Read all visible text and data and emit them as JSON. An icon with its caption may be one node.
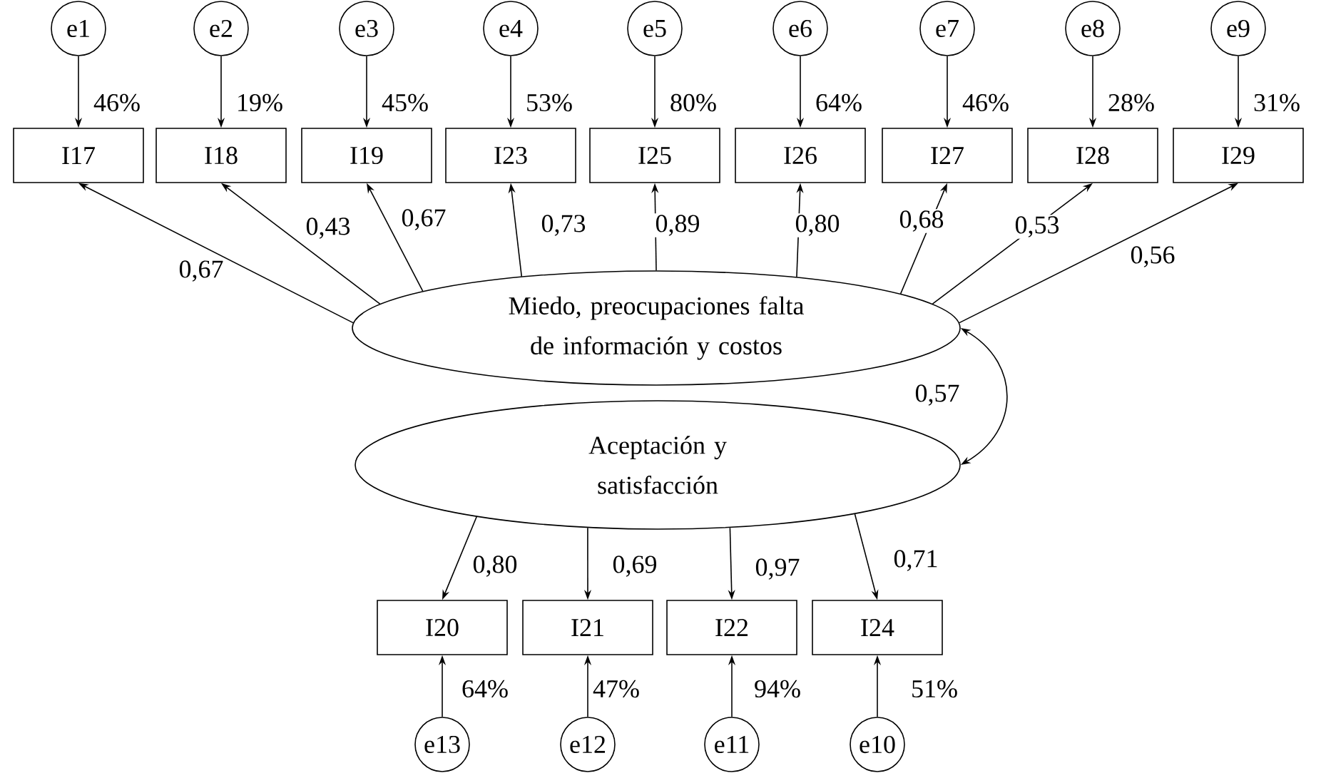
{
  "diagram": {
    "nodes": [
      {
        "text": [
          "e1"
        ]
      },
      {
        "text": [
          "e2"
        ]
      },
      {
        "text": [
          "e3"
        ]
      },
      {
        "text": [
          "e4"
        ]
      },
      {
        "text": [
          "e5"
        ]
      },
      {
        "text": [
          "e6"
        ]
      },
      {
        "text": [
          "e7"
        ]
      },
      {
        "text": [
          "e8"
        ]
      },
      {
        "text": [
          "e9"
        ]
      },
      {
        "text": [
          "I17"
        ]
      },
      {
        "text": [
          "I18"
        ]
      },
      {
        "text": [
          "I19"
        ]
      },
      {
        "text": [
          "I23"
        ]
      },
      {
        "text": [
          "I25"
        ]
      },
      {
        "text": [
          "I26"
        ]
      },
      {
        "text": [
          "I27"
        ]
      },
      {
        "text": [
          "I28"
        ]
      },
      {
        "text": [
          "I29"
        ]
      },
      {
        "text": [
          "Miedo, preocupaciones falta de información y costos"
        ]
      },
      {
        "text": [
          "Aceptación y satisfacción"
        ]
      },
      {
        "text": [
          "I20"
        ]
      },
      {
        "text": [
          "I21"
        ]
      },
      {
        "text": [
          "I22"
        ]
      },
      {
        "text": [
          "I24"
        ]
      },
      {
        "text": [
          "e13"
        ]
      },
      {
        "text": [
          "e12"
        ]
      },
      {
        "text": [
          "e11"
        ]
      },
      {
        "text": [
          "e10"
        ]
      }
    ],
    "edges": [
      {
        "from": 0,
        "to": 9,
        "arrow": "to",
        "label": "46%"
      },
      {
        "from": 1,
        "to": 10,
        "arrow": "to",
        "label": "19%"
      },
      {
        "from": 2,
        "to": 11,
        "arrow": "to",
        "label": "45%"
      },
      {
        "from": 3,
        "to": 12,
        "arrow": "to",
        "label": "53%"
      },
      {
        "from": 4,
        "to": 13,
        "arrow": "to",
        "label": "80%"
      },
      {
        "from": 5,
        "to": 14,
        "arrow": "to",
        "label": "64%"
      },
      {
        "from": 6,
        "to": 15,
        "arrow": "to",
        "label": "46%"
      },
      {
        "from": 7,
        "to": 16,
        "arrow": "to",
        "label": "28%"
      },
      {
        "from": 8,
        "to": 17,
        "arrow": "to",
        "label": "31%"
      },
      {
        "from": 18,
        "to": 9,
        "arrow": "to",
        "label": "0,67"
      },
      {
        "from": 18,
        "to": 10,
        "arrow": "to",
        "label": "0,43"
      },
      {
        "from": 18,
        "to": 11,
        "arrow": "to",
        "label": "0,67"
      },
      {
        "from": 18,
        "to": 12,
        "arrow": "to",
        "label": "0,73"
      },
      {
        "from": 18,
        "to": 13,
        "arrow": "to",
        "label": "0,89"
      },
      {
        "from": 18,
        "to": 14,
        "arrow": "to",
        "label": "0,80"
      },
      {
        "from": 18,
        "to": 15,
        "arrow": "to",
        "label": "0,68"
      },
      {
        "from": 18,
        "to": 16,
        "arrow": "to",
        "label": "0,53"
      },
      {
        "from": 18,
        "to": 17,
        "arrow": "to",
        "label": "0,56"
      },
      {
        "from": 18,
        "to": 19,
        "arrow": "both",
        "label": "0,57"
      },
      {
        "from": 19,
        "to": 20,
        "arrow": "to",
        "label": "0,80"
      },
      {
        "from": 19,
        "to": 21,
        "arrow": "to",
        "label": "0,69"
      },
      {
        "from": 19,
        "to": 22,
        "arrow": "to",
        "label": "0,97"
      },
      {
        "from": 19,
        "to": 23,
        "arrow": "to",
        "label": "0,71"
      },
      {
        "from": 24,
        "to": 20,
        "arrow": "to",
        "label": "64%"
      },
      {
        "from": 25,
        "to": 21,
        "arrow": "to",
        "label": "47%"
      },
      {
        "from": 26,
        "to": 22,
        "arrow": "to",
        "label": "94%"
      },
      {
        "from": 27,
        "to": 23,
        "arrow": "to",
        "label": "51%"
      }
    ]
  }
}
